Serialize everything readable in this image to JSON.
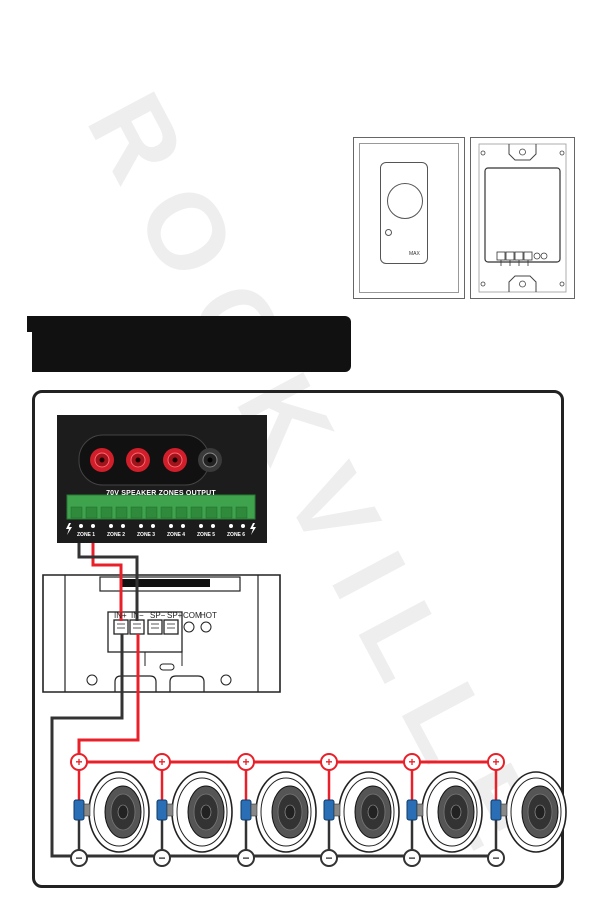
{
  "watermark": {
    "text": "ROCKVILLE"
  },
  "amplifier": {
    "panel_title": "70V SPEAKER ZONES OUTPUT",
    "zones": [
      "ZONE 1",
      "ZONE 2",
      "ZONE 3",
      "ZONE 4",
      "ZONE 5",
      "ZONE 6"
    ]
  },
  "wall_plate": {
    "max_label": "MAX"
  },
  "volume_control": {
    "terminals": [
      "IN+",
      "IN−",
      "SP−",
      "SP+",
      "COM",
      "HOT"
    ]
  },
  "speakers": {
    "count": 6,
    "positive_symbol": "+",
    "negative_symbol": "−"
  },
  "colors": {
    "positive_wire": "#e8202a",
    "negative_wire": "#333333",
    "terminal_block": "#3fa34d",
    "binding_post_red": "#d01f2a",
    "binding_post_black": "#3a3a3a",
    "speaker_clip": "#2a6fb5"
  }
}
